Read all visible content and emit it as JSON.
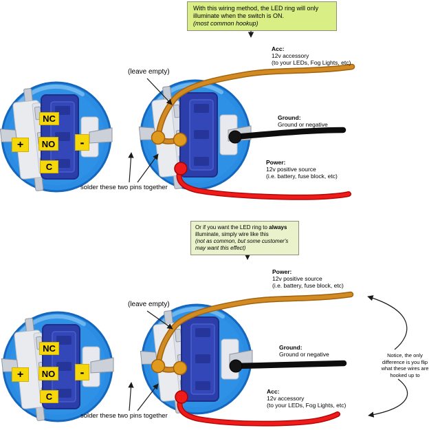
{
  "colors": {
    "note_top_bg": "#d9ee85",
    "note_bottom_bg": "#eaf2cb",
    "wire_orange": "#d28a22",
    "wire_black": "#0d0d0d",
    "wire_red": "#ef1a1a",
    "label_yellow_bg": "#f5d70a",
    "button_blue": "#2a8ce2"
  },
  "switch_labels": {
    "nc": "NC",
    "no": "NO",
    "c": "C",
    "plus": "+",
    "minus": "-"
  },
  "top": {
    "note_text": "With this wiring method, the LED ring will only illuminate when the switch is ON.",
    "note_italic": "(most common hookup)",
    "acc_title": "Acc:",
    "acc_line1": "12v accessory",
    "acc_line2": "(to your LEDs, Fog Lights, etc)",
    "ground_title": "Ground:",
    "ground_line1": "Ground or negative",
    "power_title": "Power:",
    "power_line1": "12v positive source",
    "power_line2": "(i.e. battery, fuse block, etc)",
    "leave_empty": "(leave empty)",
    "solder": "solder these two pins together"
  },
  "bottom": {
    "note_pre": "Or if you want the LED ring to ",
    "note_bold": "always",
    "note_mid": "illuminate, simply wire like this",
    "note_italic": "(not as common, but some customer's may want this effect)",
    "power_title": "Power:",
    "power_line1": "12v positive source",
    "power_line2": "(i.e. battery, fuse block, etc)",
    "ground_title": "Ground:",
    "ground_line1": "Ground or negative",
    "acc_title": "Acc:",
    "acc_line1": "12v accessory",
    "acc_line2": "(to your LEDs, Fog Lights, etc)",
    "leave_empty": "(leave empty)",
    "solder": "solder these two pins together",
    "notice": "Notice, the only difference is you flip what these wires are hooked up to"
  }
}
